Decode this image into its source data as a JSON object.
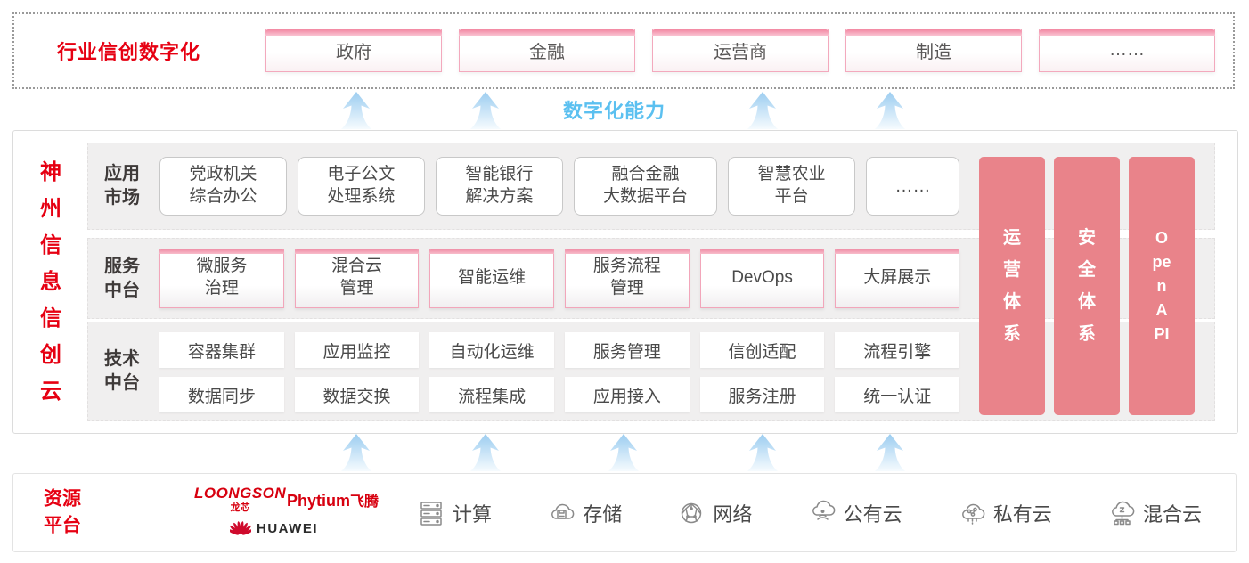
{
  "top_banner": {
    "title": "行业信创数字化",
    "industries": [
      "政府",
      "金融",
      "运营商",
      "制造",
      "……"
    ]
  },
  "capability": {
    "label": "数字化能力"
  },
  "platform": {
    "side_title": "神州信息信创云",
    "rows": [
      {
        "label": "应用\n市场",
        "items": [
          "党政机关\n综合办公",
          "电子公文\n处理系统",
          "智能银行\n解决方案",
          "融合金融\n大数据平台",
          "智慧农业\n平台",
          "……"
        ]
      },
      {
        "label": "服务\n中台",
        "items": [
          "微服务\n治理",
          "混合云\n管理",
          "智能运维",
          "服务流程\n管理",
          "DevOps",
          "大屏展示"
        ]
      },
      {
        "label": "技术\n中台",
        "items_row1": [
          "容器集群",
          "应用监控",
          "自动化运维",
          "服务管理",
          "信创适配",
          "流程引擎"
        ],
        "items_row2": [
          "数据同步",
          "数据交换",
          "流程集成",
          "应用接入",
          "服务注册",
          "统一认证"
        ]
      }
    ],
    "pillars": [
      "运营体系",
      "安全体系",
      "Open API"
    ]
  },
  "resources": {
    "label": "资源\n平台",
    "vendors": {
      "loongson": {
        "name": "LOONGSON",
        "sub": "龙芯"
      },
      "phytium": {
        "name": "Phytium",
        "sub": "飞腾"
      },
      "huawei": {
        "name": "HUAWEI"
      }
    },
    "items": [
      {
        "icon": "server-icon",
        "label": "计算"
      },
      {
        "icon": "storage-cloud-icon",
        "label": "存储"
      },
      {
        "icon": "network-globe-icon",
        "label": "网络"
      },
      {
        "icon": "public-cloud-icon",
        "label": "公有云"
      },
      {
        "icon": "private-cloud-icon",
        "label": "私有云"
      },
      {
        "icon": "hybrid-cloud-icon",
        "label": "混合云"
      }
    ]
  },
  "colors": {
    "brand_red": "#e60012",
    "pillar_pink": "#e9838a",
    "accent_blue": "#5bc0f0",
    "box_border_pink": "#f2a6ba"
  }
}
